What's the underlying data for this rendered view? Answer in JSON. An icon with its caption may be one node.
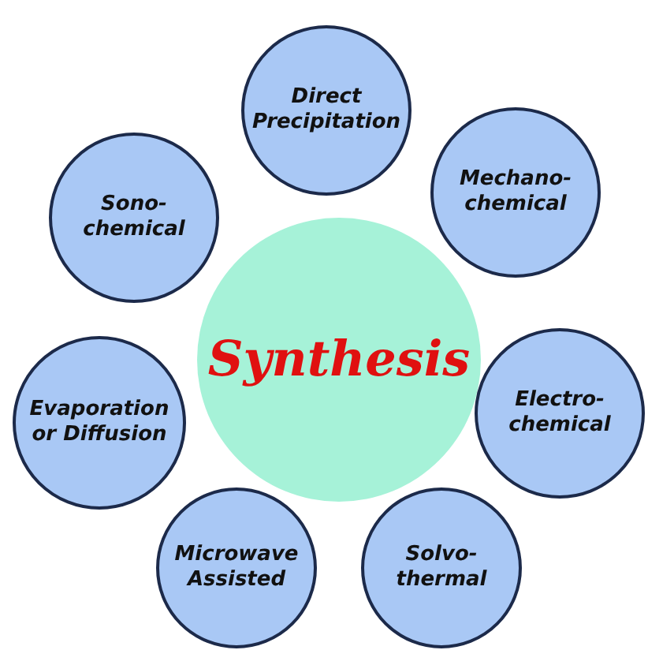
{
  "diagram": {
    "nodes": [
      {
        "text": [
          "Synthesis"
        ]
      },
      {
        "text": [
          "Direct Precipitation"
        ]
      },
      {
        "text": [
          "Mechano- chemical"
        ]
      },
      {
        "text": [
          "Electro- chemical"
        ]
      },
      {
        "text": [
          "Solvo- thermal"
        ]
      },
      {
        "text": [
          "Microwave Assisted"
        ]
      },
      {
        "text": [
          "Evaporation or Diffusion"
        ]
      },
      {
        "text": [
          "Sono- chemical"
        ]
      }
    ]
  }
}
